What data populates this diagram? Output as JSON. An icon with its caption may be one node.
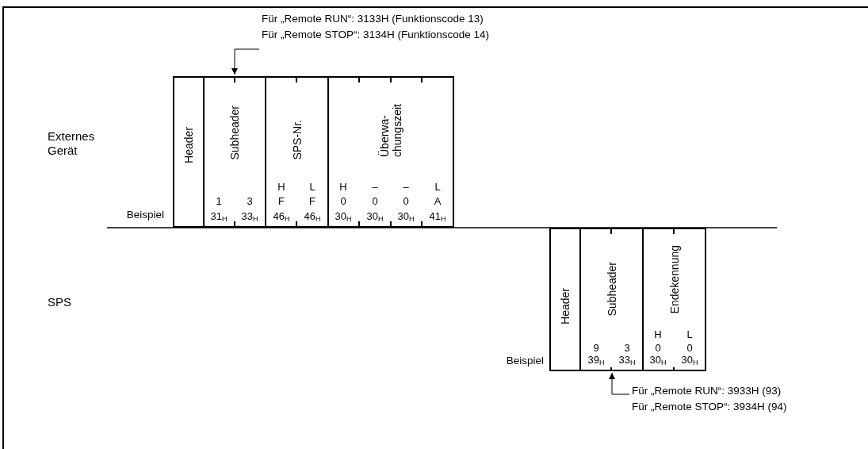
{
  "diagram": {
    "nodes": [
      {
        "text": [
          "Header"
        ]
      },
      {
        "text": [
          "Subheader"
        ]
      },
      {
        "text": [
          "SPS-Nr."
        ]
      },
      {
        "text": [
          "Überwa- chungszeit"
        ]
      },
      {
        "text": [
          "Für „Remote RUN“: 3133H (Funktionscode 13)",
          "Für „Remote STOP“: 3134H (Funktionscode 14)"
        ]
      },
      {
        "text": [
          "Header"
        ]
      },
      {
        "text": [
          "Subheader"
        ]
      },
      {
        "text": [
          "Endekennung"
        ]
      },
      {
        "text": [
          "Für „Remote RUN“: 3933H (93)",
          "Für „Remote STOP“: 3934H (94)"
        ]
      }
    ],
    "edges": [
      {
        "from": 4,
        "to": 1,
        "arrow": "to"
      },
      {
        "from": 8,
        "to": 6,
        "arrow": "to"
      }
    ],
    "labels": [
      "Externes Gerät",
      "H",
      "L",
      "H",
      "–",
      "–",
      "L",
      "1",
      "3",
      "F",
      "F",
      "0",
      "0",
      "0",
      "A",
      "Beispiel",
      "31$_{H}$",
      "33$_{H}$",
      "46$_{H}$",
      "46$_{H}$",
      "30$_{H}$",
      "30$_{H}$",
      "30$_{H}$",
      "41$_{H}$",
      "SPS",
      "H",
      "L",
      "9",
      "3",
      "0",
      "0",
      "Beispiel",
      "39$_{H}$",
      "33$_{H}$",
      "30$_{H}$",
      "30$_{H}$"
    ]
  }
}
